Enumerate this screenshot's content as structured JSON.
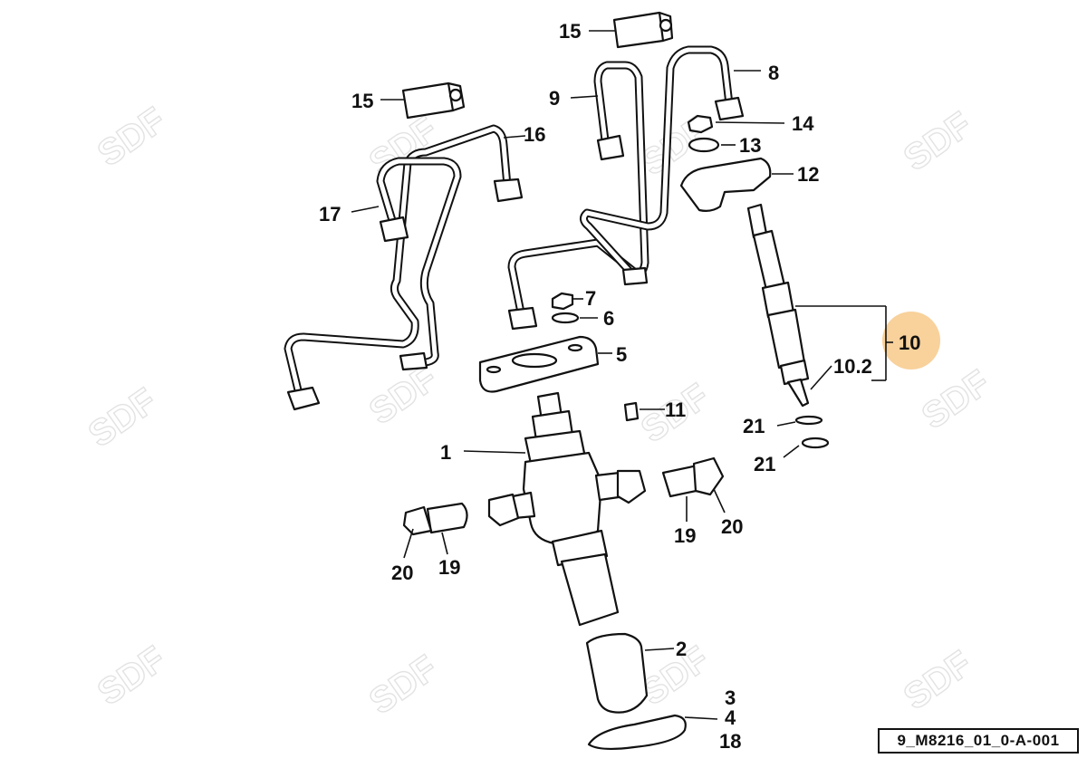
{
  "watermark": "SDF",
  "drawing_code": "9_M8216_01_0-A-001",
  "highlight": {
    "label": "10",
    "color": "#f7c98a"
  },
  "callouts": {
    "c1": "1",
    "c2": "2",
    "c3": "3",
    "c4": "4",
    "c5": "5",
    "c6": "6",
    "c7": "7",
    "c8": "8",
    "c9": "9",
    "c10_2": "10.2",
    "c11": "11",
    "c12": "12",
    "c13": "13",
    "c14": "14",
    "c15a": "15",
    "c15b": "15",
    "c16": "16",
    "c17": "17",
    "c18": "18",
    "c19a": "19",
    "c19b": "19",
    "c20a": "20",
    "c20b": "20",
    "c21a": "21",
    "c21b": "21"
  }
}
